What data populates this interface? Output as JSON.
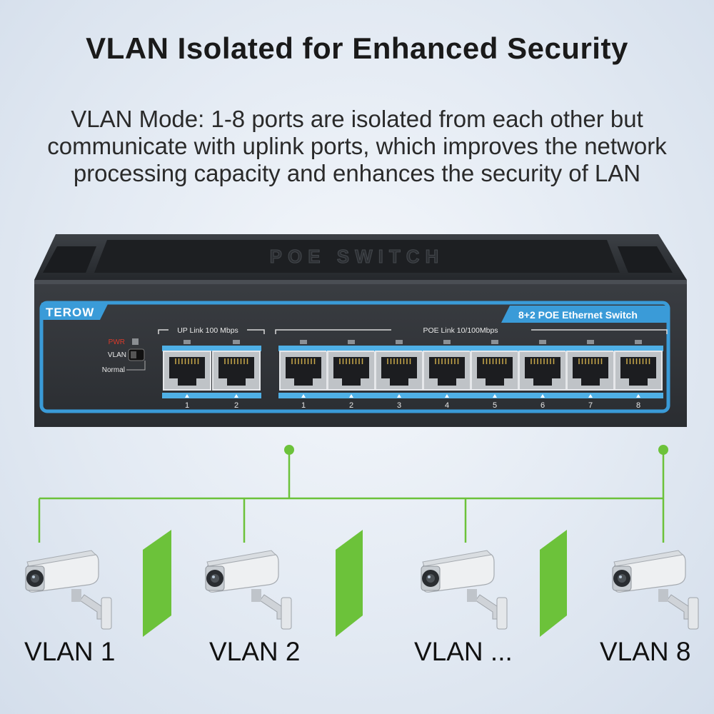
{
  "headline": "VLAN Isolated for Enhanced Security",
  "description": [
    "VLAN Mode: 1-8 ports are isolated from each other but",
    "communicate with uplink ports, which improves the network",
    "processing capacity and enhances the security of LAN"
  ],
  "switch": {
    "top_embossed_text": "POE SWITCH",
    "brand": "TEROW",
    "model_badge": "8+2 POE Ethernet Switch",
    "pwr_label": "PWR",
    "mode_vlan_label": "VLAN",
    "mode_normal_label": "Normal",
    "uplink_group_label": "UP Link 100 Mbps",
    "poe_group_label": "POE Link 10/100Mbps",
    "uplink_ports": [
      "1",
      "2"
    ],
    "poe_ports": [
      "1",
      "2",
      "3",
      "4",
      "5",
      "6",
      "7",
      "8"
    ]
  },
  "vlans": [
    "VLAN 1",
    "VLAN 2",
    "VLAN ...",
    "VLAN 8"
  ],
  "colors": {
    "accent_blue": "#3a9bd8",
    "link_green": "#6cc23a",
    "switch_body": "#2f3236",
    "pwr_red": "#d83a2a"
  }
}
